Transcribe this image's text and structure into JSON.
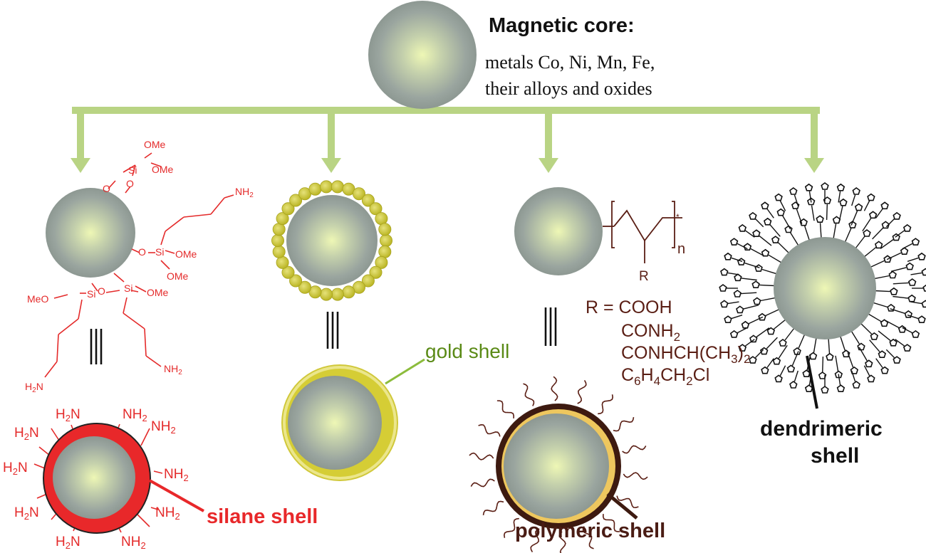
{
  "title": "Magnetic core:",
  "description": [
    "metals Co, Ni, Mn, Fe,",
    "their alloys and oxides"
  ],
  "shells": {
    "silane": "silane shell",
    "gold": "gold shell",
    "polymeric": "polymeric shell",
    "dendrimeric": [
      "dendrimeric",
      "shell"
    ]
  },
  "silane_structure": {
    "ome": "OMe",
    "meo": "MeO",
    "si": "Si",
    "o": "O",
    "nh2": "NH2",
    "h2n": "H2N",
    "equivalent_symbol": "|||"
  },
  "polymer": {
    "repeat_index": "n",
    "end_star": "*",
    "substituent": "R",
    "r_groups": [
      "R = COOH",
      "CONH2",
      "CONHCH(CH3)2",
      "C6H4CH2Cl"
    ]
  },
  "colors": {
    "arrow": "#b9d484",
    "silane": "#e8282a",
    "gold": "#c9c12e",
    "gold_label": "#5a8a16",
    "polymer": "#3d1a10",
    "core_center": "#eef7b5",
    "core_edge": "#8f9a94"
  }
}
